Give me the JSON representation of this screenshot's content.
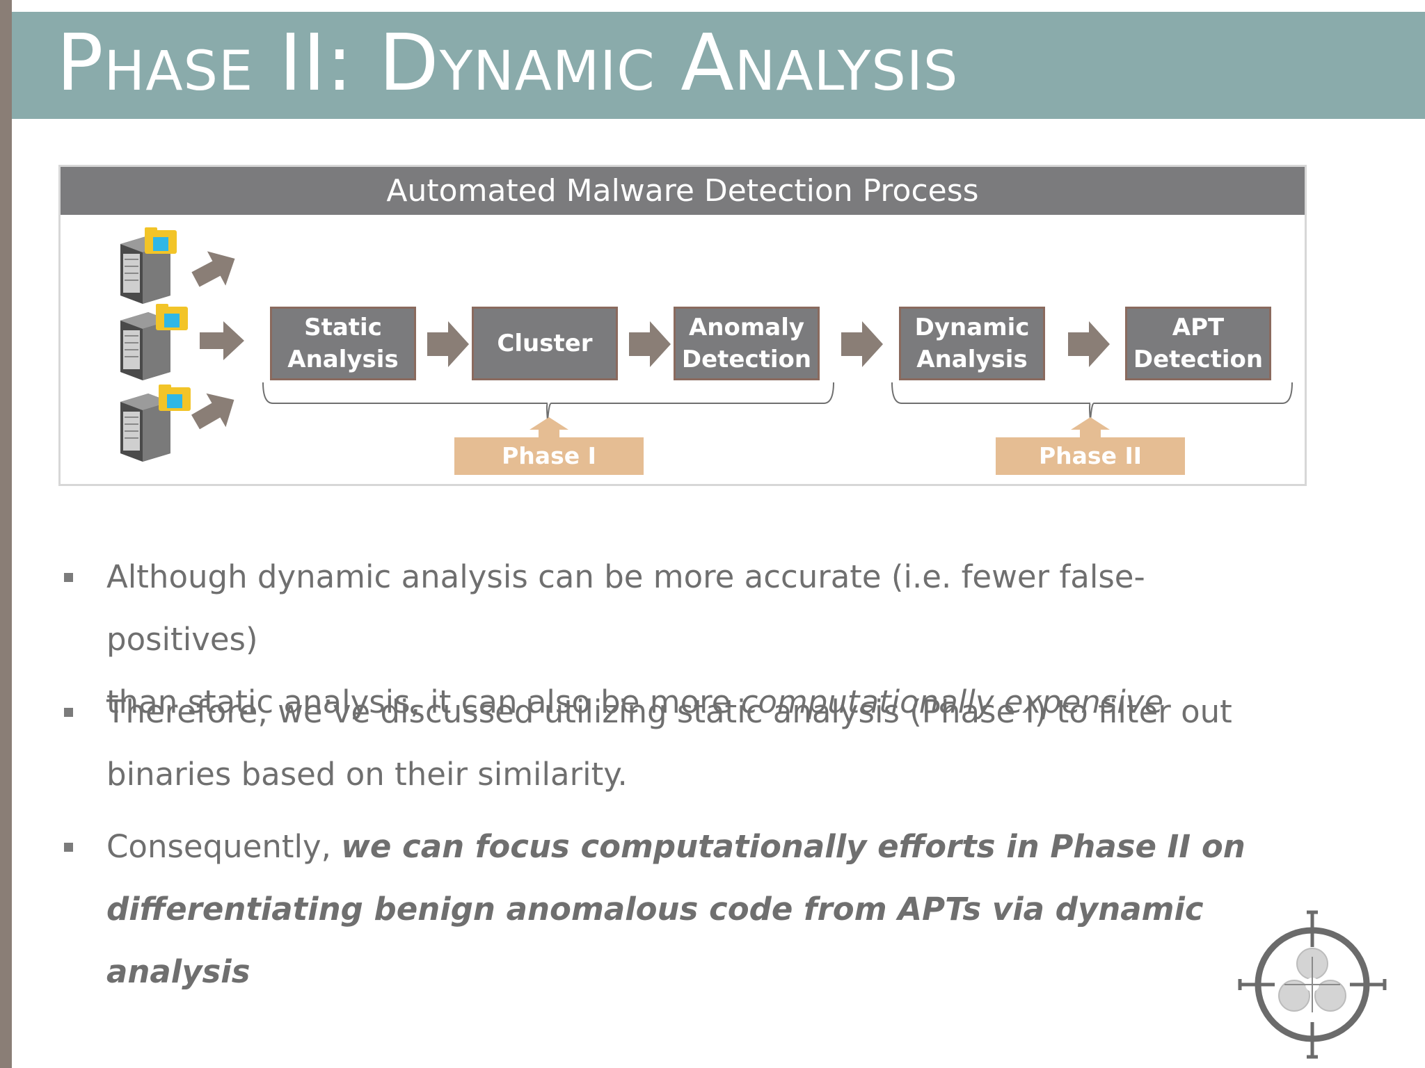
{
  "slide": {
    "title": "Phase II: Dynamic Analysis"
  },
  "diagram": {
    "header": "Automated Malware Detection Process",
    "stages": [
      {
        "label_line1": "Static",
        "label_line2": "Analysis"
      },
      {
        "label_line1": "Cluster",
        "label_line2": ""
      },
      {
        "label_line1": "Anomaly",
        "label_line2": "Detection"
      },
      {
        "label_line1": "Dynamic",
        "label_line2": "Analysis"
      },
      {
        "label_line1": "APT",
        "label_line2": "Detection"
      }
    ],
    "phases": [
      {
        "label": "Phase I"
      },
      {
        "label": "Phase II"
      }
    ],
    "icons": [
      "server-icon",
      "folder-icon",
      "arrow-icon",
      "bracket-icon",
      "biohazard-target-icon"
    ]
  },
  "bullets": [
    {
      "line1": "Although dynamic analysis can be more accurate (i.e. fewer false-positives)",
      "line2_plain": "than static analysis,  it can also be more ",
      "line2_italic": "computationally expensive"
    },
    {
      "line1": "Therefore, we’ve discussed utilizing static analysis (Phase I)  to filter out",
      "line2": "binaries based on their similarity."
    },
    {
      "line1_plain": "Consequently, ",
      "line1_emph": "we can focus computationally efforts in Phase II on",
      "line2_emph": "differentiating benign anomalous code from APTs via dynamic analysis"
    }
  ],
  "colors": {
    "title_bar": "#8aabab",
    "left_strip": "#8a7e76",
    "stage_fill": "#7b7b7d",
    "stage_border": "#8a6a5e",
    "arrow": "#8a7e76",
    "phase_tag": "#e5bd93",
    "body_text": "#6f6f6f"
  }
}
